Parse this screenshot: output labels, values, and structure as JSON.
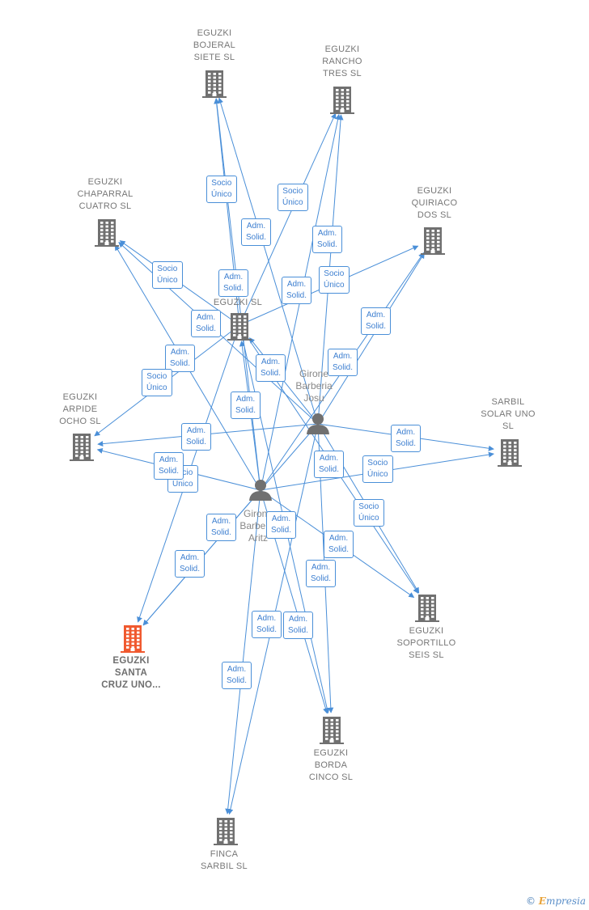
{
  "colors": {
    "edge": "#4a8fd8",
    "company": "#707070",
    "company_main": "#f0592f",
    "person": "#707070"
  },
  "companies": [
    {
      "id": "bojeral",
      "label": "EGUZKI\nBOJERAL\nSIETE  SL",
      "main": false
    },
    {
      "id": "rancho",
      "label": "EGUZKI\nRANCHO\nTRES  SL",
      "main": false
    },
    {
      "id": "chaparral",
      "label": "EGUZKI\nCHAPARRAL\nCUATRO  SL",
      "main": false
    },
    {
      "id": "quiriaco",
      "label": "EGUZKI\nQUIRIACO\nDOS  SL",
      "main": false
    },
    {
      "id": "eguzki",
      "label": "EGUZKI  SL",
      "main": false
    },
    {
      "id": "arpide",
      "label": "EGUZKI\nARPIDE\nOCHO  SL",
      "main": false
    },
    {
      "id": "sarbil_solar",
      "label": "SARBIL\nSOLAR UNO\nSL",
      "main": false
    },
    {
      "id": "santa_cruz",
      "label": "EGUZKI\nSANTA\nCRUZ UNO...",
      "main": true
    },
    {
      "id": "soportillo",
      "label": "EGUZKI\nSOPORTILLO\nSEIS  SL",
      "main": false
    },
    {
      "id": "borda",
      "label": "EGUZKI\nBORDA\nCINCO  SL",
      "main": false
    },
    {
      "id": "finca",
      "label": "FINCA\nSARBIL  SL",
      "main": false
    }
  ],
  "persons": [
    {
      "id": "josu",
      "label": "Girone\nBarberia\nJosu"
    },
    {
      "id": "aritz",
      "label": "Girone\nBarberia\nAritz"
    }
  ],
  "edge_labels": [
    {
      "id": "e1",
      "text": "Socio\nÚnico"
    },
    {
      "id": "e2",
      "text": "Socio\nÚnico"
    },
    {
      "id": "e3",
      "text": "Adm.\nSolid."
    },
    {
      "id": "e4",
      "text": "Adm.\nSolid."
    },
    {
      "id": "e5",
      "text": "Socio\nÚnico"
    },
    {
      "id": "e6",
      "text": "Adm.\nSolid."
    },
    {
      "id": "e7",
      "text": "Adm.\nSolid."
    },
    {
      "id": "e8",
      "text": "Socio\nÚnico"
    },
    {
      "id": "e9",
      "text": "Adm.\nSolid."
    },
    {
      "id": "e10",
      "text": "Adm.\nSolid."
    },
    {
      "id": "e11",
      "text": "Adm.\nSolid."
    },
    {
      "id": "e12",
      "text": "Adm.\nSolid."
    },
    {
      "id": "e13",
      "text": "Socio\nÚnico"
    },
    {
      "id": "e14",
      "text": "Adm.\nSolid."
    },
    {
      "id": "e15",
      "text": "Adm.\nSolid."
    },
    {
      "id": "e16",
      "text": "Adm.\nSolid."
    },
    {
      "id": "e17",
      "text": "Adm.\nSolid."
    },
    {
      "id": "e18",
      "text": "Socio\nÚnico"
    },
    {
      "id": "e19",
      "text": "Adm.\nSolid."
    },
    {
      "id": "e20",
      "text": "Adm.\nSolid."
    },
    {
      "id": "e21",
      "text": "Socio\nÚnico"
    },
    {
      "id": "e22",
      "text": "Adm.\nSolid."
    },
    {
      "id": "e23",
      "text": "Adm.\nSolid."
    },
    {
      "id": "e24",
      "text": "Socio\nÚnico"
    },
    {
      "id": "e25",
      "text": "Adm.\nSolid."
    },
    {
      "id": "e26",
      "text": "Adm.\nSolid."
    },
    {
      "id": "e27",
      "text": "Adm.\nSolid."
    },
    {
      "id": "e28",
      "text": "Adm.\nSolid."
    },
    {
      "id": "e29",
      "text": "Adm.\nSolid."
    },
    {
      "id": "e30",
      "text": "Adm.\nSolid."
    }
  ],
  "footer": {
    "copyright": "©",
    "brand_initial": "E",
    "brand_rest": "mpresia"
  }
}
